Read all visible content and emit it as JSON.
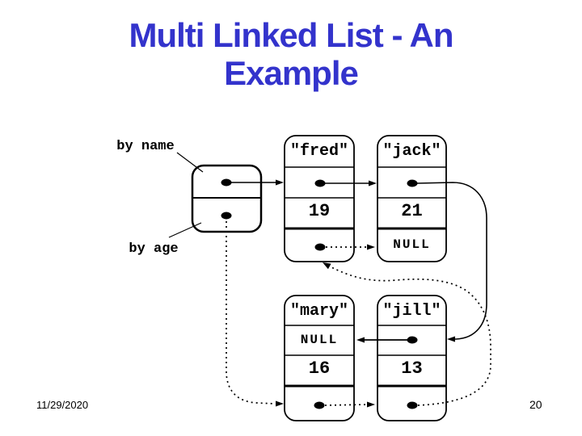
{
  "slide": {
    "title": "Multi Linked List - An Example",
    "title_color": "#3333CC",
    "footer": {
      "date": "11/29/2020",
      "page_number": "20"
    }
  },
  "diagram": {
    "labels": {
      "by_name": "by name",
      "by_age": "by age"
    },
    "header_node": {
      "fields": [
        "by-name pointer dot",
        "by-age pointer dot"
      ]
    },
    "nodes": {
      "fred": {
        "name": "\"fred\"",
        "age": "19"
      },
      "jack": {
        "name": "\"jack\"",
        "age": "21",
        "age_next": "NULL"
      },
      "mary": {
        "name": "\"mary\"",
        "age": "16",
        "name_next": "NULL"
      },
      "jill": {
        "name": "\"jill\"",
        "age": "13"
      }
    },
    "edges": [
      {
        "from": "header.by_name",
        "to": "fred",
        "style": "solid"
      },
      {
        "from": "fred.name_ptr",
        "to": "jack",
        "style": "solid"
      },
      {
        "from": "jack.name_ptr",
        "to": "jill",
        "style": "solid-curve-right"
      },
      {
        "from": "jill.name_ptr",
        "to": "mary",
        "style": "solid"
      },
      {
        "from": "header.by_age",
        "to": "mary",
        "style": "dotted-curve-down"
      },
      {
        "from": "mary.age_ptr",
        "to": "jill",
        "style": "dotted"
      },
      {
        "from": "jill.age_ptr",
        "to": "fred",
        "style": "dotted-curve-right-up"
      },
      {
        "from": "fred.age_ptr",
        "to": "jack",
        "style": "dotted"
      }
    ]
  }
}
